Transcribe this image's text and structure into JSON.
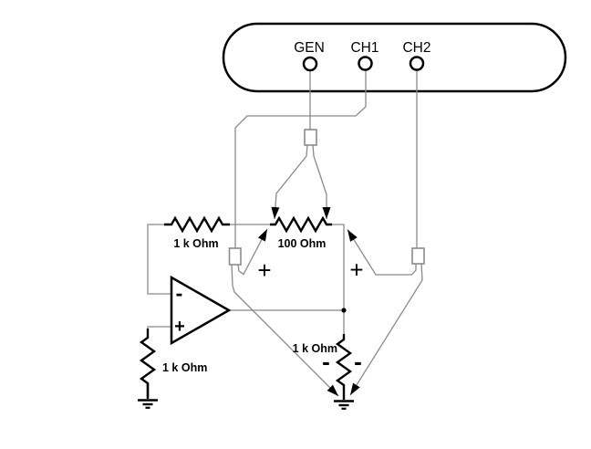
{
  "instrument": {
    "terminals": [
      {
        "label": "GEN"
      },
      {
        "label": "CH1"
      },
      {
        "label": "CH2"
      }
    ]
  },
  "components": {
    "feedback_resistor_label": "1 k Ohm",
    "shunt_resistor_label": "100 Ohm",
    "bias_resistor_label": "1 k Ohm",
    "load_resistor_label": "1 k Ohm",
    "opamp_inverting_sign": "-",
    "opamp_noninverting_sign": "+"
  },
  "annotations": {
    "ch1_probe_plus": "+",
    "ch2_probe_plus": "+",
    "load_minus_left": "-",
    "load_minus_right": "-"
  },
  "colors": {
    "wire": "#8a8a8a",
    "component": "#000000",
    "background": "#ffffff"
  }
}
